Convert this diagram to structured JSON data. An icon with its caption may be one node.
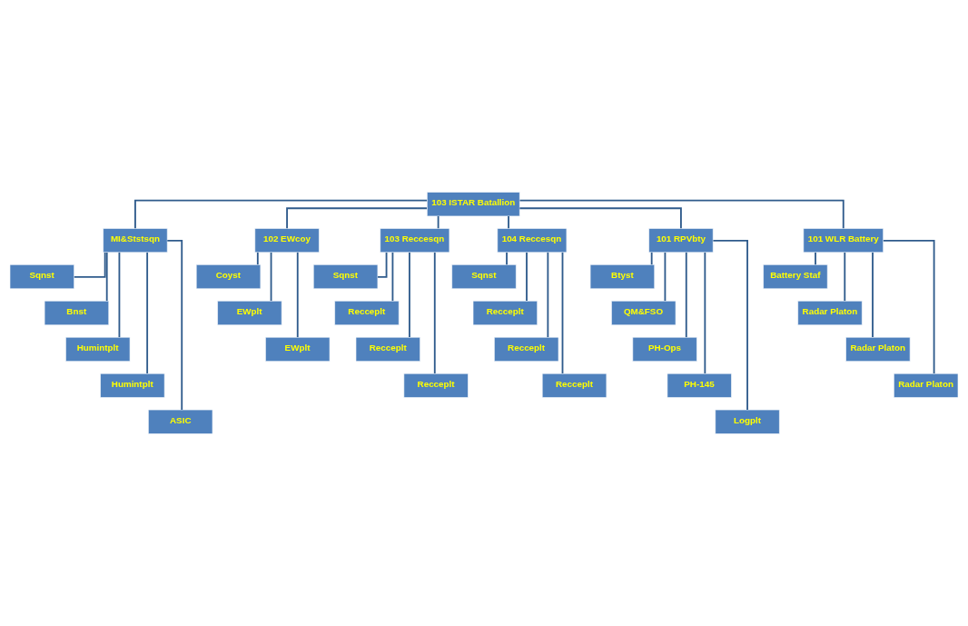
{
  "diagram": {
    "nodes": [
      {
        "text": [
          "103 ISTAR Batallion"
        ]
      },
      {
        "text": [
          "MI&Ststsqn"
        ]
      },
      {
        "text": [
          "Sqnst"
        ]
      },
      {
        "text": [
          "Bnst"
        ]
      },
      {
        "text": [
          "Humintplt"
        ]
      },
      {
        "text": [
          "Humintplt"
        ]
      },
      {
        "text": [
          "ASIC"
        ]
      },
      {
        "text": [
          "102 EWcoy"
        ]
      },
      {
        "text": [
          "Coyst"
        ]
      },
      {
        "text": [
          "EWplt"
        ]
      },
      {
        "text": [
          "EWplt"
        ]
      },
      {
        "text": [
          "103 Reccesqn"
        ]
      },
      {
        "text": [
          "Sqnst"
        ]
      },
      {
        "text": [
          "Recceplt"
        ]
      },
      {
        "text": [
          "Recceplt"
        ]
      },
      {
        "text": [
          "Recceplt"
        ]
      },
      {
        "text": [
          "104 Reccesqn"
        ]
      },
      {
        "text": [
          "Sqnst"
        ]
      },
      {
        "text": [
          "Recceplt"
        ]
      },
      {
        "text": [
          "Recceplt"
        ]
      },
      {
        "text": [
          "Recceplt"
        ]
      },
      {
        "text": [
          "101 RPVbty"
        ]
      },
      {
        "text": [
          "Btyst"
        ]
      },
      {
        "text": [
          "QM&FSO"
        ]
      },
      {
        "text": [
          "PH-Ops"
        ]
      },
      {
        "text": [
          "PH-145"
        ]
      },
      {
        "text": [
          "Logplt"
        ]
      },
      {
        "text": [
          "101 WLR Battery"
        ]
      },
      {
        "text": [
          "Battery Staf"
        ]
      },
      {
        "text": [
          "Radar Platon"
        ]
      },
      {
        "text": [
          "Radar Platon"
        ]
      },
      {
        "text": [
          "Radar Platon"
        ]
      }
    ],
    "edges": [
      {
        "from": 0,
        "to": 1,
        "arrow": "none"
      },
      {
        "from": 0,
        "to": 7,
        "arrow": "none"
      },
      {
        "from": 0,
        "to": 11,
        "arrow": "none"
      },
      {
        "from": 0,
        "to": 16,
        "arrow": "none"
      },
      {
        "from": 0,
        "to": 21,
        "arrow": "none"
      },
      {
        "from": 0,
        "to": 27,
        "arrow": "none"
      },
      {
        "from": 1,
        "to": 2,
        "arrow": "none"
      },
      {
        "from": 1,
        "to": 3,
        "arrow": "none"
      },
      {
        "from": 1,
        "to": 4,
        "arrow": "none"
      },
      {
        "from": 1,
        "to": 5,
        "arrow": "none"
      },
      {
        "from": 1,
        "to": 6,
        "arrow": "none"
      },
      {
        "from": 7,
        "to": 8,
        "arrow": "none"
      },
      {
        "from": 7,
        "to": 9,
        "arrow": "none"
      },
      {
        "from": 7,
        "to": 10,
        "arrow": "none"
      },
      {
        "from": 11,
        "to": 12,
        "arrow": "none"
      },
      {
        "from": 11,
        "to": 13,
        "arrow": "none"
      },
      {
        "from": 11,
        "to": 14,
        "arrow": "none"
      },
      {
        "from": 11,
        "to": 15,
        "arrow": "none"
      },
      {
        "from": 16,
        "to": 17,
        "arrow": "none"
      },
      {
        "from": 16,
        "to": 18,
        "arrow": "none"
      },
      {
        "from": 16,
        "to": 19,
        "arrow": "none"
      },
      {
        "from": 16,
        "to": 20,
        "arrow": "none"
      },
      {
        "from": 21,
        "to": 22,
        "arrow": "none"
      },
      {
        "from": 21,
        "to": 23,
        "arrow": "none"
      },
      {
        "from": 21,
        "to": 24,
        "arrow": "none"
      },
      {
        "from": 21,
        "to": 25,
        "arrow": "none"
      },
      {
        "from": 21,
        "to": 26,
        "arrow": "none"
      },
      {
        "from": 27,
        "to": 28,
        "arrow": "none"
      },
      {
        "from": 27,
        "to": 29,
        "arrow": "none"
      },
      {
        "from": 27,
        "to": 30,
        "arrow": "none"
      },
      {
        "from": 27,
        "to": 31,
        "arrow": "none"
      }
    ]
  }
}
